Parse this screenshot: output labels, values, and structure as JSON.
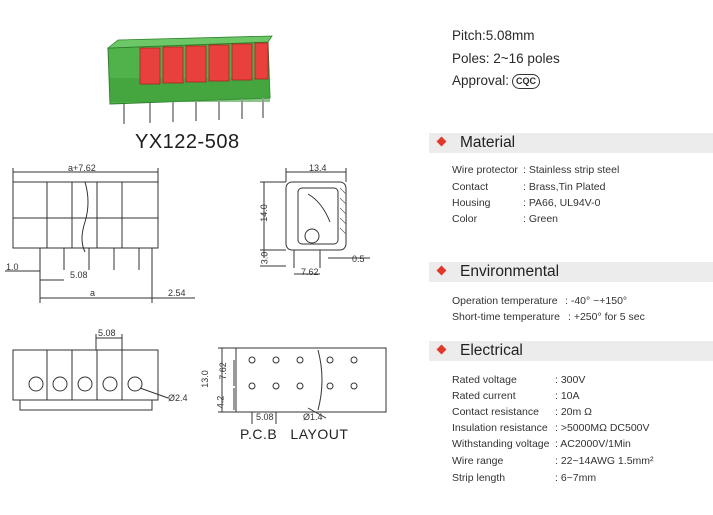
{
  "model": "YX122-508",
  "pcb_layout_label": "P.C.B   LAYOUT",
  "specs": {
    "pitch": "Pitch:5.08mm",
    "poles": "Poles: 2~16 poles",
    "approval_label": "Approval:",
    "approval_mark": "CQC"
  },
  "sections": {
    "material": {
      "title": "Material",
      "rows": [
        {
          "key": "Wire protector",
          "value": ": Stainless strip steel"
        },
        {
          "key": "Contact",
          "value": ": Brass,Tin Plated"
        },
        {
          "key": "Housing",
          "value": ": PA66, UL94V-0"
        },
        {
          "key": "Color",
          "value": ": Green"
        }
      ]
    },
    "environmental": {
      "title": "Environmental",
      "rows": [
        {
          "key": "Operation temperature",
          "value": ": -40° ~+150°"
        },
        {
          "key": "Short-time temperature",
          "value": ": +250° for 5 sec"
        }
      ]
    },
    "electrical": {
      "title": "Electrical",
      "rows": [
        {
          "key": "Rated voltage",
          "value": ": 300V"
        },
        {
          "key": "Rated current",
          "value": ": 10A"
        },
        {
          "key": "Contact resistance",
          "value": ": 20m Ω"
        },
        {
          "key": "Insulation resistance",
          "value": ": >5000MΩ DC500V"
        },
        {
          "key": "Withstanding voltage",
          "value": ": AC2000V/1Min"
        },
        {
          "key": "Wire range",
          "value": ": 22~14AWG 1.5mm²"
        },
        {
          "key": "Strip length",
          "value": ": 6~7mm"
        }
      ]
    }
  },
  "dimensions": {
    "front_top": "a+7.62",
    "front_left": "1.0",
    "front_pitch": "5.08",
    "front_a": "a",
    "front_right": "2.54",
    "side_width": "13.4",
    "side_height": "14.0",
    "side_pin": "3.0",
    "side_bottom": "7.62",
    "side_right": "0.5",
    "top_pitch": "5.08",
    "top_hole": "Ø2.4",
    "pcb_height_total": "13.0",
    "pcb_height_a": "7.62",
    "pcb_height_b": "4.2",
    "pcb_pitch": "5.08",
    "pcb_hole": "Ø1.4"
  },
  "colors": {
    "housing_green": "#4fb24a",
    "lever_red": "#e8403c",
    "accent_red": "#e0392b",
    "bar_gray": "#ececec"
  }
}
